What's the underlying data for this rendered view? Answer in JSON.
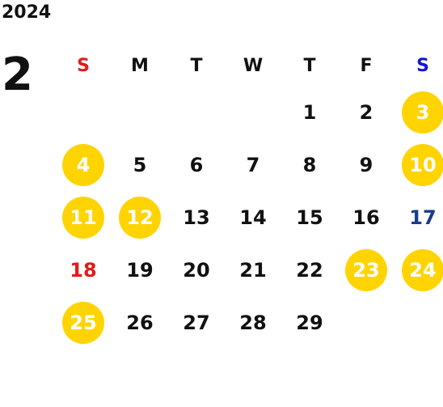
{
  "calendar": {
    "year": "2024",
    "month": "2",
    "weekdays": [
      "S",
      "M",
      "T",
      "W",
      "T",
      "F",
      "S"
    ],
    "weeks": [
      [
        "",
        "",
        "",
        "",
        "1",
        "2",
        "3"
      ],
      [
        "4",
        "5",
        "6",
        "7",
        "8",
        "9",
        "10"
      ],
      [
        "11",
        "12",
        "13",
        "14",
        "15",
        "16",
        "17"
      ],
      [
        "18",
        "19",
        "20",
        "21",
        "22",
        "23",
        "24"
      ],
      [
        "25",
        "26",
        "27",
        "28",
        "29",
        "",
        ""
      ]
    ],
    "highlighted_days": [
      "3",
      "4",
      "10",
      "11",
      "12",
      "23",
      "24",
      "25"
    ]
  },
  "colors": {
    "sunday": "#e11b1b",
    "saturday_header": "#1414d6",
    "saturday_day": "#1b3b8c",
    "holiday_fill": "#ffd400",
    "holiday_text": "#ffffff",
    "text": "#111111"
  }
}
